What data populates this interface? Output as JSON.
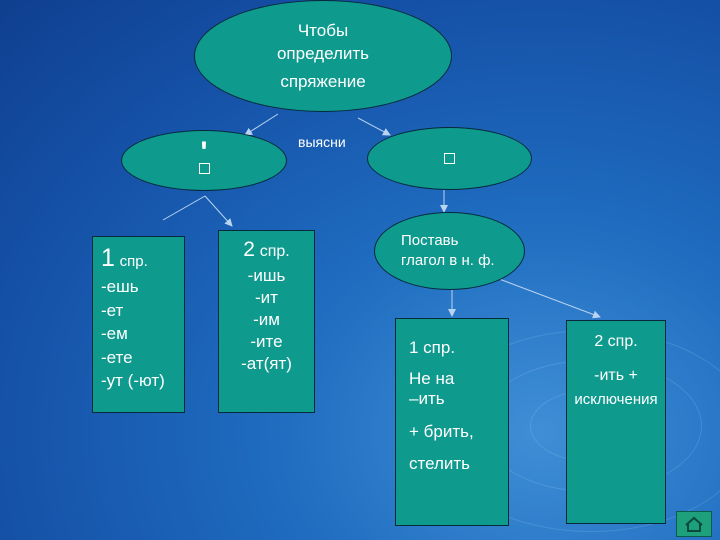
{
  "top_oval": {
    "lines": [
      "Чтобы",
      "определить",
      "спряжение"
    ]
  },
  "connector_label": "выясни",
  "left_oval": {
    "accent": "'"
  },
  "step_oval": {
    "lines": [
      "Поставь",
      "глагол в н. ф."
    ]
  },
  "box1": {
    "head": "1",
    "head_suffix": "спр.",
    "items": [
      "-ешь",
      "-ет",
      "-ем",
      "-ете",
      "-ут (-ют)"
    ]
  },
  "box2": {
    "head": "2",
    "head_suffix": "спр.",
    "items": [
      "-ишь",
      "-ит",
      "-им",
      "-ите",
      "-ат(ят)"
    ]
  },
  "box3": {
    "head": "1 спр.",
    "lines": [
      "Не на",
      "–ить",
      "+ брить,",
      "стелить"
    ]
  },
  "box4": {
    "lines": [
      "2 спр.",
      "-ить +",
      "исключения"
    ]
  },
  "colors": {
    "node_fill": "#0f9a8e",
    "border": "#062a3a",
    "background": "#1a5fb4",
    "arrow": "#b8d4f0"
  },
  "nav_icon": "home-icon"
}
